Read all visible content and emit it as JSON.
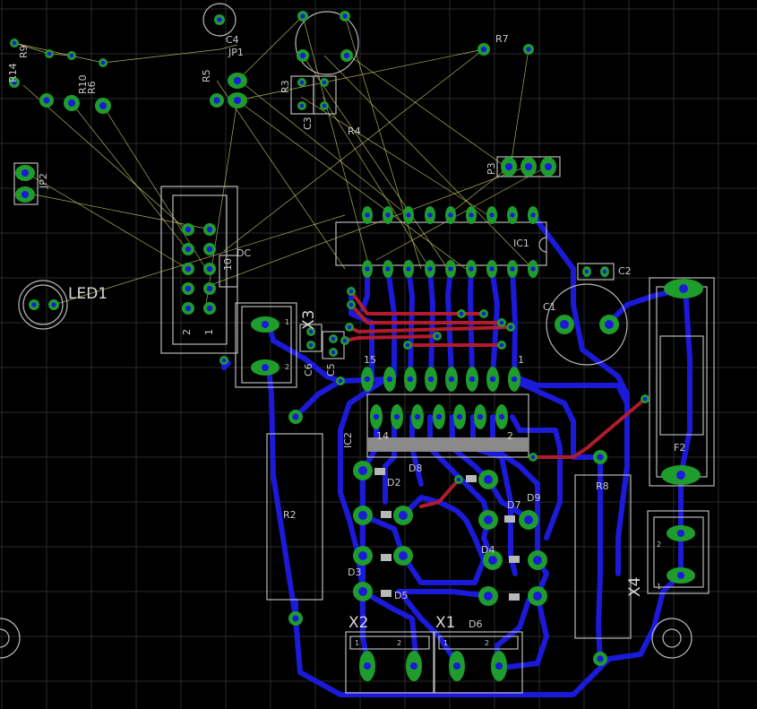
{
  "colors": {
    "background": "#000000",
    "grid": "#2a2a2a",
    "silkscreen": "#b8b8b8",
    "bottom_trace": "#1a1ad8",
    "top_trace": "#b01c2e",
    "pad": "#1e9c2c",
    "airwire": "#d8d870"
  },
  "labels": {
    "r9": "R9",
    "r10": "R10",
    "r6": "R6",
    "r14": "R14",
    "c4": "C4",
    "jp1": "JP1",
    "r5": "R5",
    "r3": "R3",
    "c3": "C3",
    "r7": "R7",
    "r4": "R4",
    "p3": "P3",
    "jp2": "JP2",
    "led1": "LED1",
    "ic1": "IC1",
    "c2": "C2",
    "c1": "C1",
    "x3": "X3",
    "c6": "C6",
    "c5": "C5",
    "ic2": "IC2",
    "f2": "F2",
    "r2": "R2",
    "d8": "D8",
    "d2": "D2",
    "d7": "D7",
    "d9": "D9",
    "r8": "R8",
    "d4": "D4",
    "d3": "D3",
    "d5": "D5",
    "x4": "X4",
    "x2": "X2",
    "x1": "X1",
    "d6": "D6",
    "pin15": "15",
    "pin1": "1",
    "pin14": "14",
    "pin2": "2",
    "pin10": "10",
    "pin2_conn": "2",
    "pin1_conn": "1",
    "dc": "DC",
    "x3_pin1": "1",
    "x3_pin2": "2",
    "x4_pin1": "1",
    "x4_pin2": "2",
    "x2_pin1": "1",
    "x2_pin2": "2",
    "x1_pin1": "1",
    "x1_pin2": "2"
  }
}
